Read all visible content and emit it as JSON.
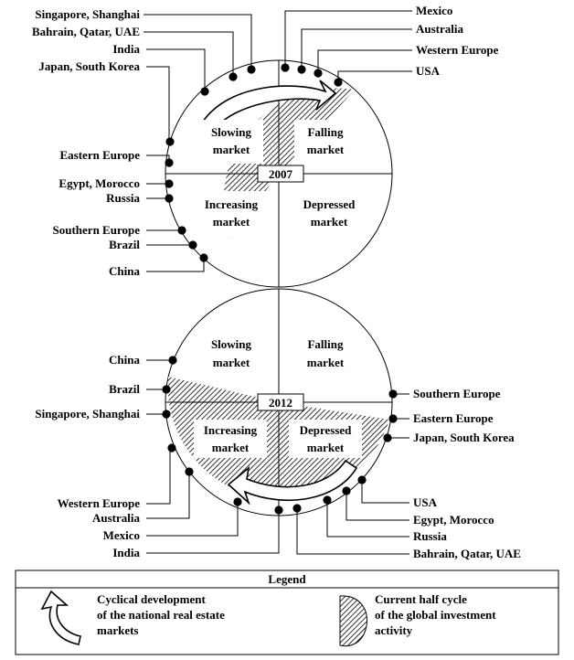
{
  "diagrams": [
    {
      "year": "2007",
      "quadrants": {
        "top_left": [
          "Slowing",
          "market"
        ],
        "top_right": [
          "Falling",
          "market"
        ],
        "bottom_left": [
          "Increasing",
          "market"
        ],
        "bottom_right": [
          "Depressed",
          "market"
        ]
      },
      "countries": [
        "Singapore, Shanghai",
        "Bahrain, Qatar, UAE",
        "India",
        "Japan, South Korea",
        "Eastern Europe",
        "Egypt, Morocco",
        "Russia",
        "Southern Europe",
        "Brazil",
        "China",
        "Mexico",
        "Australia",
        "Western Europe",
        "USA"
      ]
    },
    {
      "year": "2012",
      "quadrants": {
        "top_left": [
          "Slowing",
          "market"
        ],
        "top_right": [
          "Falling",
          "market"
        ],
        "bottom_left": [
          "Increasing",
          "market"
        ],
        "bottom_right": [
          "Depressed",
          "market"
        ]
      },
      "countries": [
        "China",
        "Brazil",
        "Singapore, Shanghai",
        "Western Europe",
        "Australia",
        "Mexico",
        "India",
        "Southern Europe",
        "Eastern Europe",
        "Japan, South Korea",
        "USA",
        "Egypt, Morocco",
        "Russia",
        "Bahrain, Qatar, UAE"
      ]
    }
  ],
  "legend": {
    "title": "Legend",
    "items": [
      {
        "icon": "curved-arrow-icon",
        "lines": [
          "Cyclical development",
          "of the national real estate",
          "markets"
        ]
      },
      {
        "icon": "hatched-halfcircle-icon",
        "lines": [
          "Current half cycle",
          "of the global investment",
          "activity"
        ]
      }
    ]
  }
}
